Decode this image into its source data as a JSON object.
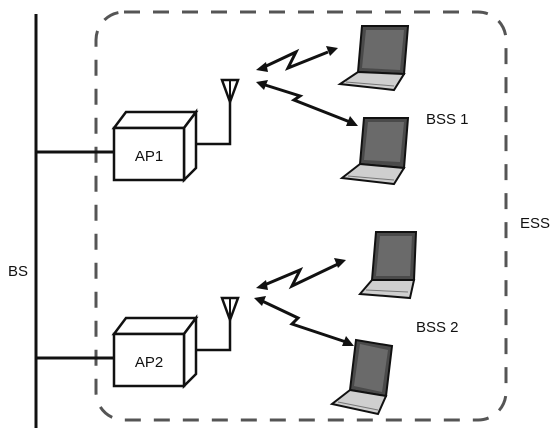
{
  "labels": {
    "bs": "BS",
    "ess": "ESS",
    "bss1": "BSS 1",
    "bss2": "BSS 2",
    "ap1": "AP1",
    "ap2": "AP2"
  },
  "colors": {
    "line": "#111111",
    "dash": "#555555",
    "screen": "#4a4a4a",
    "laptop_body": "#cfcfcf",
    "box_face": "#ffffff"
  },
  "icons": [
    "antenna-icon",
    "wireless-signal-icon",
    "laptop-icon",
    "access-point-box"
  ]
}
